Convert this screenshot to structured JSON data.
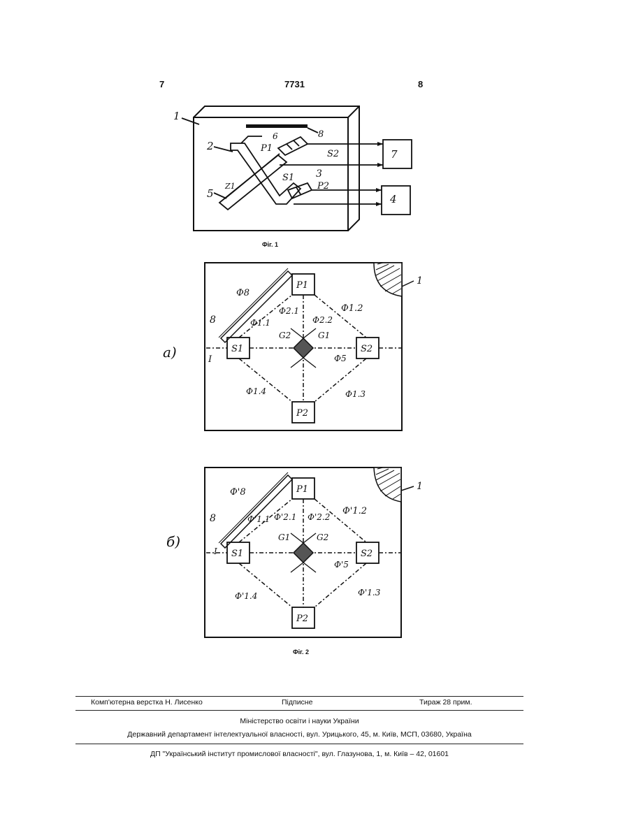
{
  "header": {
    "left_page": "7",
    "patent_number": "7731",
    "right_page": "8"
  },
  "fig1": {
    "caption": "Фіг. 1",
    "labels": [
      "1",
      "2",
      "3",
      "4",
      "5",
      "6",
      "7",
      "8",
      "P1",
      "P2",
      "S1",
      "S2",
      "Z1"
    ]
  },
  "fig2": {
    "caption": "Фіг. 2",
    "panel_a": {
      "marker": "а)",
      "boxes": [
        "P1",
        "P2",
        "S1",
        "S2"
      ],
      "labels": [
        "Ф8",
        "Ф1.1",
        "Ф1.2",
        "Ф1.3",
        "Ф1.4",
        "Ф2.1",
        "Ф2.2",
        "Ф5",
        "G1",
        "G2",
        "I",
        "1",
        "8"
      ]
    },
    "panel_b": {
      "marker": "б)",
      "boxes": [
        "P1",
        "P2",
        "S1",
        "S2"
      ],
      "labels": [
        "Ф'8",
        "Ф'1.1",
        "Ф'1.2",
        "Ф'1.3",
        "Ф'1.4",
        "Ф'2.1",
        "Ф'2.2",
        "Ф'5",
        "G1",
        "G2",
        "I",
        "1",
        "8"
      ]
    }
  },
  "footer": {
    "typesetting": "Комп'ютерна верстка Н. Лисенко",
    "signed": "Підписне",
    "print_run": "Тираж 28 прим.",
    "ministry": "Міністерство освіти і науки України",
    "department": "Державний департамент інтелектуальної власності, вул. Урицького, 45, м. Київ, МСП, 03680, Україна",
    "institute": "ДП \"Український інститут промислової власності\", вул. Глазунова, 1, м. Київ – 42, 01601"
  }
}
